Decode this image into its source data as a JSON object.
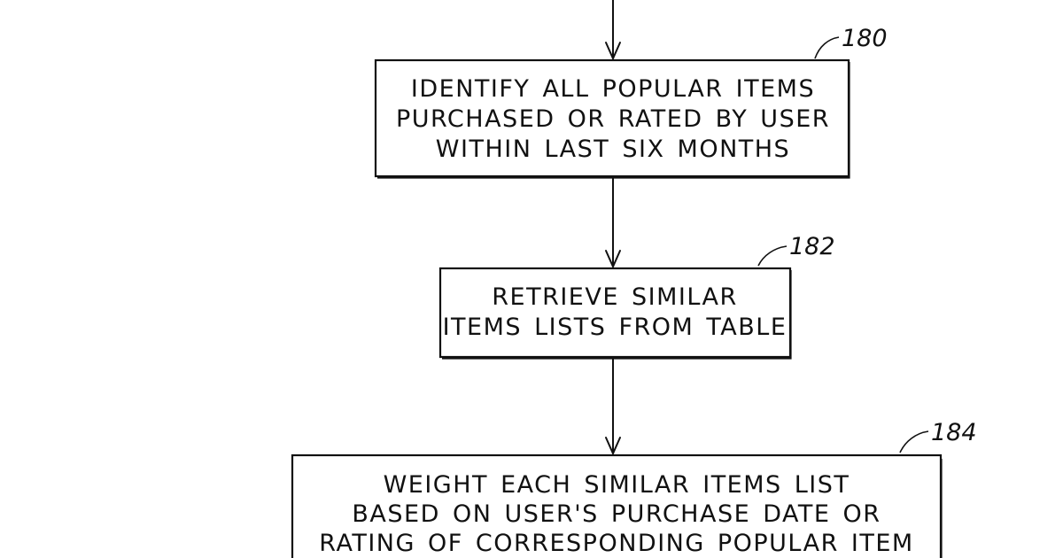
{
  "steps": [
    {
      "ref": "180",
      "lines": [
        "IDENTIFY ALL POPULAR ITEMS",
        "PURCHASED OR RATED BY USER",
        "WITHIN LAST SIX MONTHS"
      ]
    },
    {
      "ref": "182",
      "lines": [
        "RETRIEVE SIMILAR",
        "ITEMS LISTS FROM TABLE"
      ]
    },
    {
      "ref": "184",
      "lines": [
        "WEIGHT EACH SIMILAR ITEMS LIST",
        "BASED ON USER'S PURCHASE DATE OR",
        "RATING OF CORRESPONDING POPULAR ITEM"
      ]
    }
  ]
}
